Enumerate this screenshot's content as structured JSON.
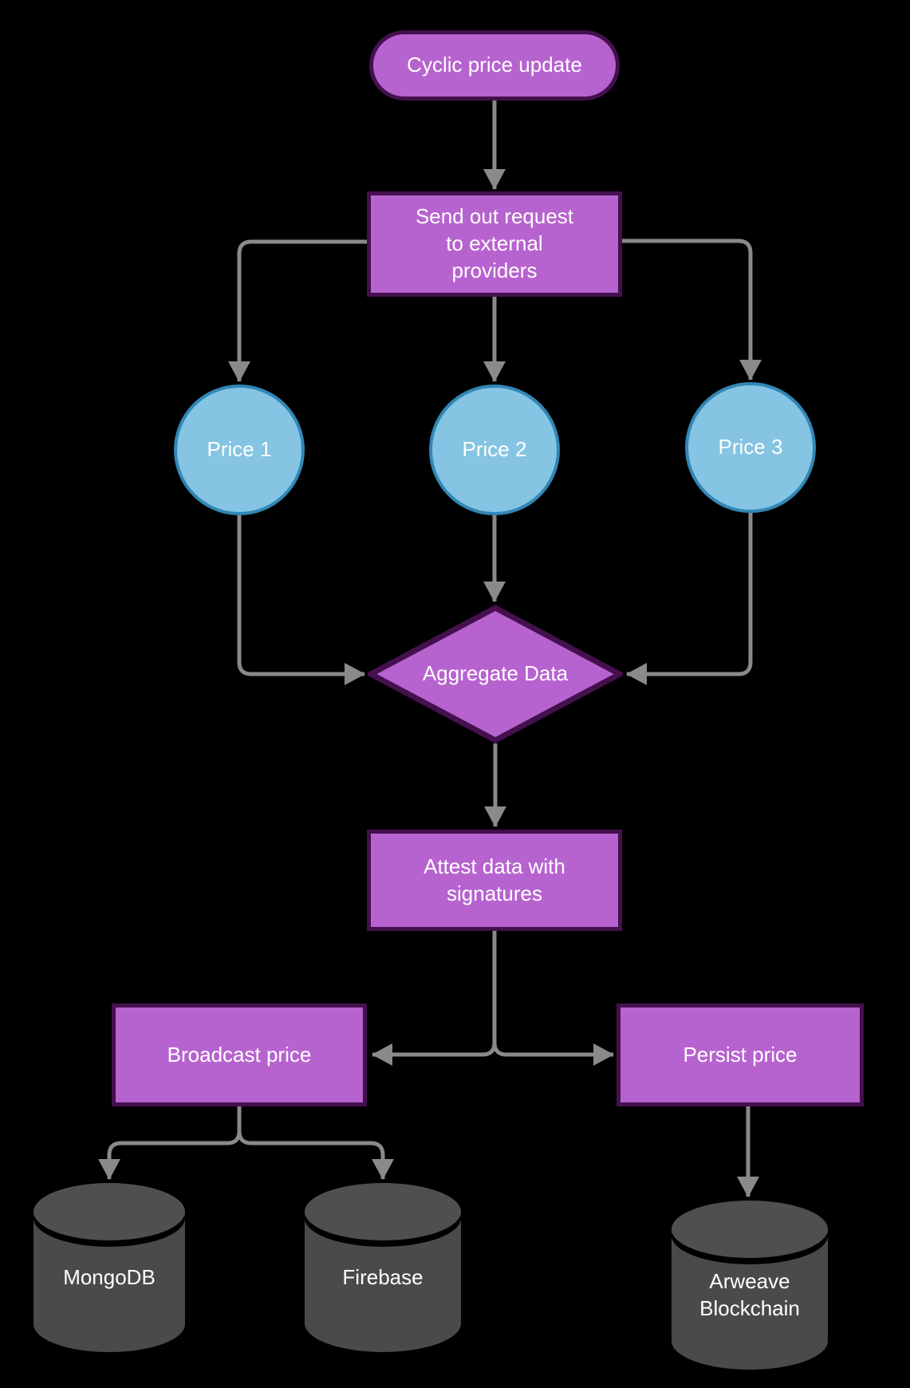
{
  "theme": {
    "background": "#000000",
    "text": "#ffffff",
    "purple-fill": "#b763cf",
    "purple-border": "#44104e",
    "blue-fill": "#85c4e2",
    "blue-border": "#3187b5",
    "edge-gray": "#8a8a8a",
    "cylinder-fill": "#4a4a4a",
    "cylinder-lid": "#4f4f4f"
  },
  "nodes": {
    "cyclic": {
      "label": "Cyclic price update"
    },
    "send_request": {
      "label": "Send out request to external providers"
    },
    "price1": {
      "label": "Price 1"
    },
    "price2": {
      "label": "Price 2"
    },
    "price3": {
      "label": "Price 3"
    },
    "aggregate": {
      "label": "Aggregate Data"
    },
    "attest": {
      "label": "Attest data with signatures"
    },
    "broadcast": {
      "label": "Broadcast price"
    },
    "persist": {
      "label": "Persist price"
    },
    "mongodb": {
      "label": "MongoDB"
    },
    "firebase": {
      "label": "Firebase"
    },
    "arweave": {
      "label": "Arweave Blockchain"
    }
  }
}
